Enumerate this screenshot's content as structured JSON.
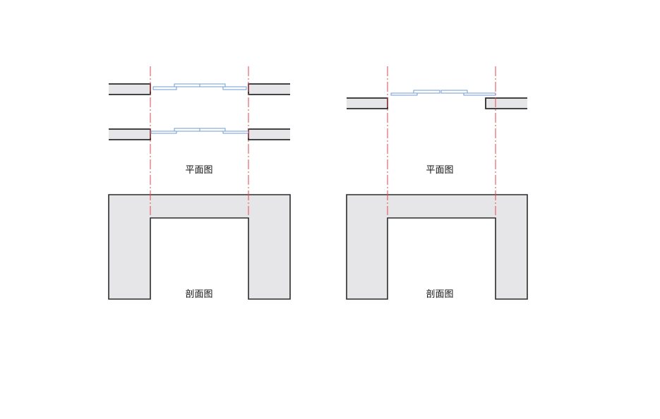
{
  "diagrams": [
    {
      "id": "left",
      "plan_label": "平面图",
      "section_label": "剖面图"
    },
    {
      "id": "right",
      "plan_label": "平面图",
      "section_label": "剖面图"
    }
  ],
  "colors": {
    "wall_fill": "#e6e6e8",
    "wall_stroke": "#2b2b2b",
    "panel_stroke": "#6f9bd1",
    "axis_line": "#e0474f",
    "background": "#ffffff"
  }
}
